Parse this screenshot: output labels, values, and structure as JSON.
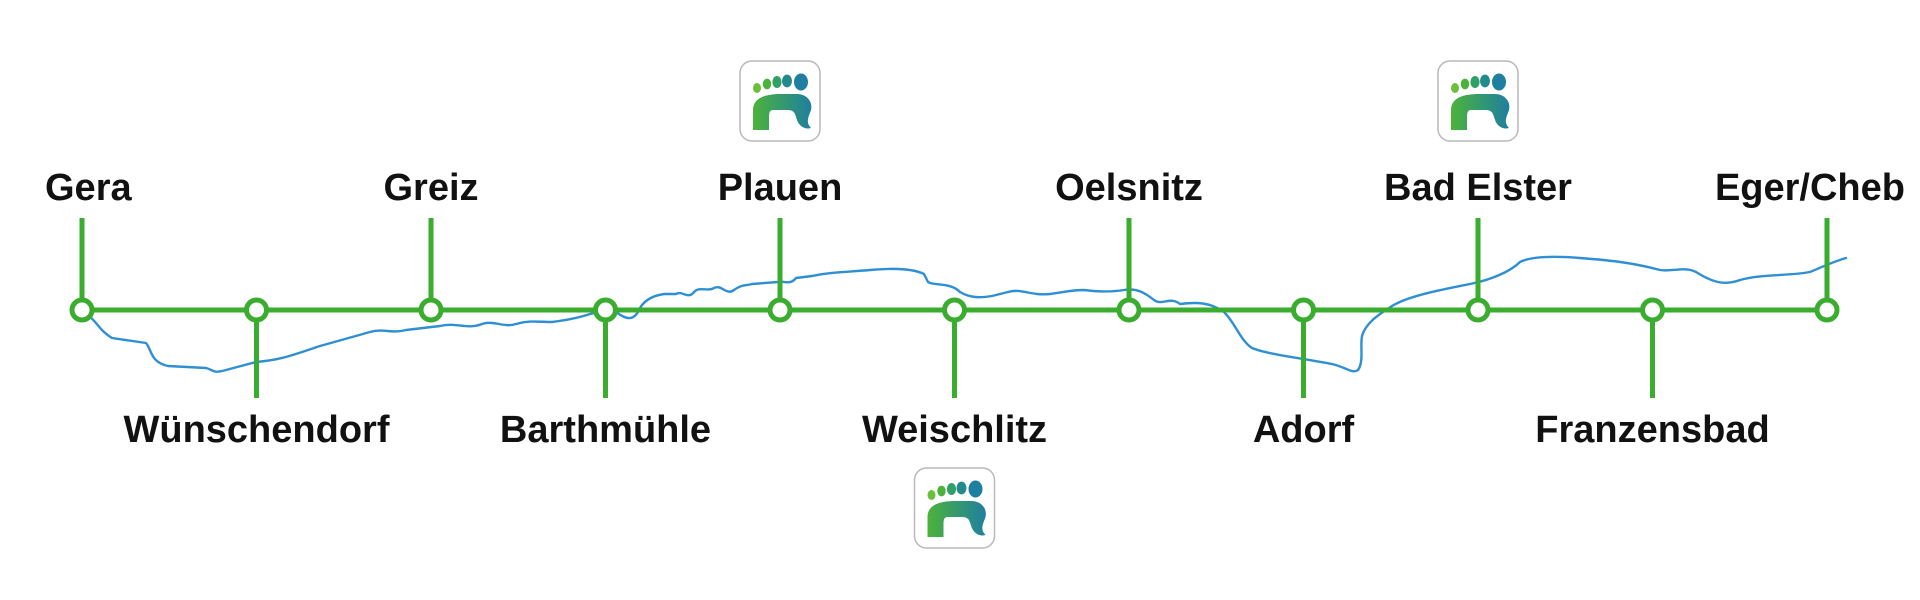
{
  "colors": {
    "line": "#3aad2f",
    "river": "#2f8fd3",
    "text": "#111111",
    "icon_border": "#b9b9b9",
    "icon_green": "#4cb33a",
    "icon_blue": "#1f7fa0"
  },
  "stations": [
    {
      "name": "Gera",
      "label_side": "top",
      "has_icon": false
    },
    {
      "name": "Wünschendorf",
      "label_side": "bottom",
      "has_icon": false
    },
    {
      "name": "Greiz",
      "label_side": "top",
      "has_icon": false
    },
    {
      "name": "Barthmühle",
      "label_side": "bottom",
      "has_icon": false
    },
    {
      "name": "Plauen",
      "label_side": "top",
      "has_icon": true
    },
    {
      "name": "Weischlitz",
      "label_side": "bottom",
      "has_icon": true
    },
    {
      "name": "Oelsnitz",
      "label_side": "top",
      "has_icon": false
    },
    {
      "name": "Adorf",
      "label_side": "bottom",
      "has_icon": false
    },
    {
      "name": "Bad Elster",
      "label_side": "top",
      "has_icon": true
    },
    {
      "name": "Franzensbad",
      "label_side": "bottom",
      "has_icon": false
    },
    {
      "name": "Eger/Cheb",
      "label_side": "top",
      "has_icon": false
    }
  ],
  "icon": {
    "name": "footprint-logo-icon"
  },
  "river": {
    "name": "river-course"
  }
}
